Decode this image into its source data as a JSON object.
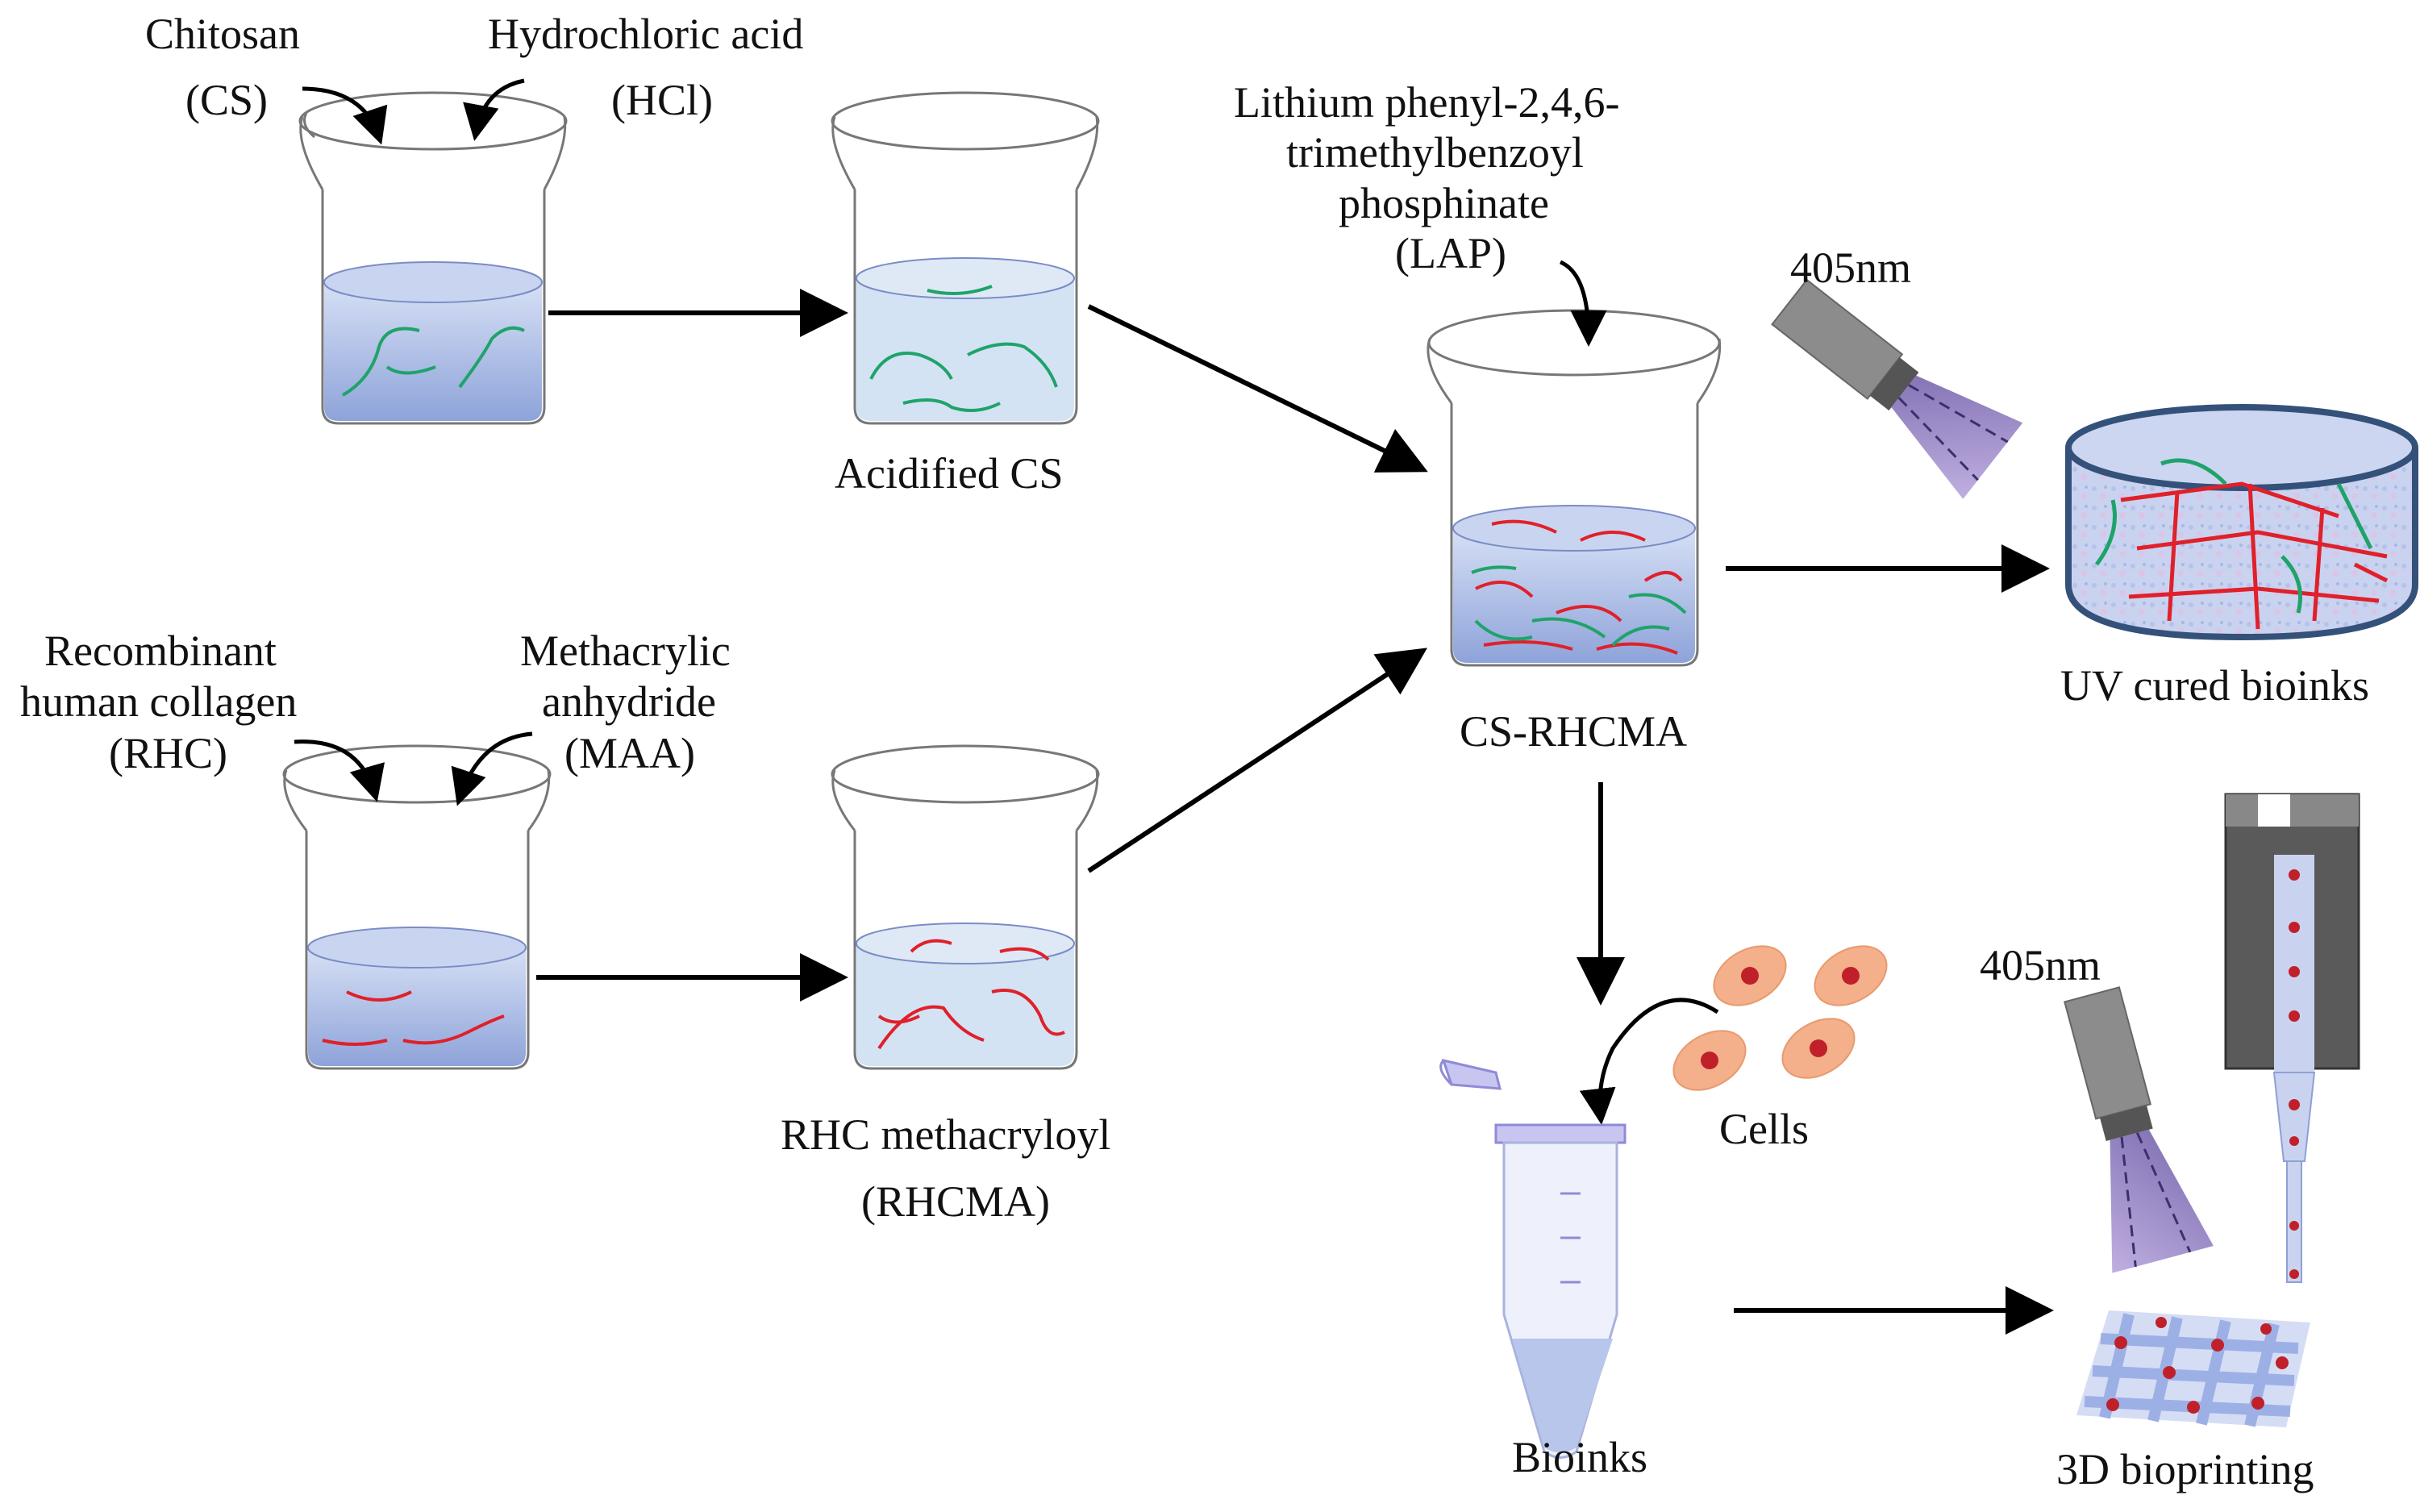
{
  "labels": {
    "chitosan": "Chitosan",
    "cs": "(CS)",
    "hydrochloric_acid": "Hydrochloric acid",
    "hcl": "(HCl)",
    "acidified_cs": "Acidified CS",
    "lap_line1": "Lithium phenyl-2,4,6-",
    "lap_line2": "trimethylbenzoyl",
    "lap_line3": "phosphinate",
    "lap_line4": "(LAP)",
    "nm_top": "405nm",
    "uv_cured": "UV cured bioinks",
    "rhc_line1": "Recombinant",
    "rhc_line2": "human collagen",
    "rhc_line3": "(RHC)",
    "maa_line1": "Methacrylic",
    "maa_line2": "anhydride",
    "maa_line3": "(MAA)",
    "cs_rhcma": "CS-RHCMA",
    "rhcma_line1": "RHC methacryloyl",
    "rhcma_line2": "(RHCMA)",
    "cells": "Cells",
    "nm_bottom": "405nm",
    "bioinks": "Bioinks",
    "bioprinting": "3D bioprinting"
  },
  "colors": {
    "chitosan_fiber": "#1fa36a",
    "collagen_fiber": "#e0202a",
    "solution": "#b7c6ea",
    "solution_dark": "#8ea3d9",
    "uv_light": "#8a6db6",
    "lamp": "#8a8a8a",
    "cell": "#f3b08a",
    "cell_nucleus": "#c0202a",
    "printer": "#555555"
  }
}
